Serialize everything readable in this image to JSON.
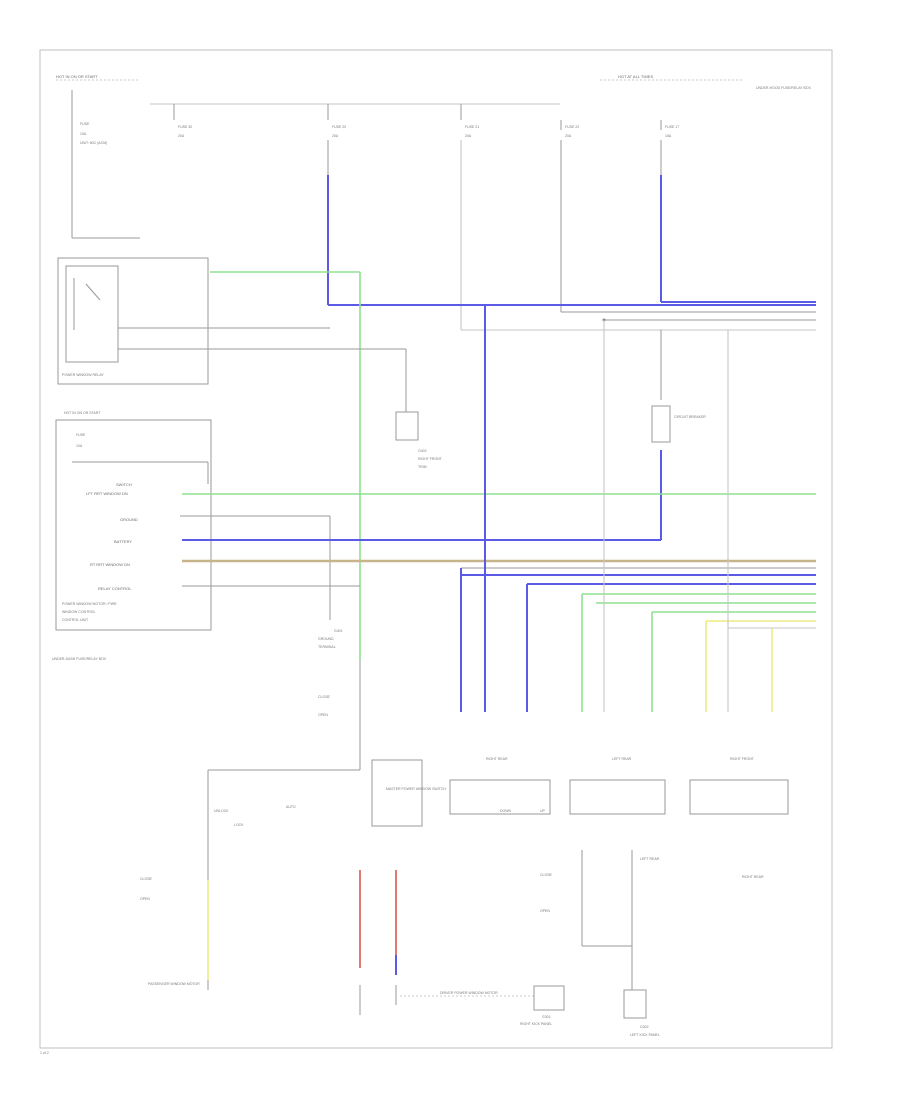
{
  "labels": {
    "top_left_header": "HOT IN ON OR START",
    "top_right_header": "HOT AT ALL TIMES",
    "top_right_box": "UNDER-HOOD FUSE/RELAY BOX",
    "fuse_top_left": "FUSE",
    "fuse_top_left_2": "10A",
    "fuse_top_left_3": "UNIT: 60C (ACM)",
    "fuse_a": "FUSE 30",
    "fuse_a_amp": "20A",
    "fuse_b": "FUSE 20",
    "fuse_b_amp": "20A",
    "fuse_c": "FUSE 21",
    "fuse_c_amp": "20A",
    "fuse_d": "FUSE 22",
    "fuse_d_amp": "20A",
    "fuse_e": "FUSE 17",
    "fuse_e_amp": "15A",
    "relay_name": "POWER WINDOW RELAY",
    "mid_left_header": "HOT IN ON OR START",
    "mid_fuse": "FUSE",
    "mid_fuse_amp": "10A",
    "switch_label": "SWITCH",
    "lft_rrt": "LFT RRT WINDOW DN",
    "ground_label": "GROUND",
    "battery_label": "BATTERY",
    "rt_rrt": "RT RRT WINDOW DN",
    "relay_control": "RELAY CONTROL",
    "control_unit": "POWER WINDOW MOTOR / PWR",
    "control_unit_2": "WINDOW CONTROL",
    "control_unit_3": "CONTROL UNIT",
    "mirror_fuse_box": "UNDER-DASH FUSE/RELAY BOX",
    "ground_g401": "G401",
    "ground_g401_2": "GROUND",
    "ground_g401_3": "TERMINAL",
    "ground_g402": "G402",
    "ground_g402_2": "RIGHT FRONT",
    "ground_g402_3": "TRIM",
    "circuit_breaker": "CIRCUIT BREAKER",
    "closed": "CLOSE",
    "opened": "OPEN",
    "close2": "CLOSE",
    "open2": "OPEN",
    "window_rr": "RIGHT REAR",
    "window_lr": "LEFT REAR",
    "window_rf": "RIGHT FRONT",
    "master_switch": "MASTER POWER WINDOW SWITCH",
    "auto_switch": "AUTO",
    "left_rear_switch": "LEFT REAR",
    "switch_rr": "RIGHT REAR",
    "passenger_window": "PASSENGER WINDOW MOTOR",
    "g3_label": "G301",
    "g3_label2": "RIGHT KICK PANEL",
    "g2_label": "G302",
    "g2_label2": "LEFT KICK PANEL",
    "driver_motor": "DRIVER POWER WINDOW MOTOR",
    "unlock": "UNLOCK",
    "lock": "LOCK",
    "down": "DOWN",
    "up": "UP",
    "page_id": "1 of 2"
  },
  "wire_colors": {
    "blue": "#5a5ae6",
    "green": "#8fe08f",
    "yellow": "#ecec80",
    "red": "#e07878",
    "tan": "#c8b48a",
    "gray": "#c6c6c6"
  }
}
